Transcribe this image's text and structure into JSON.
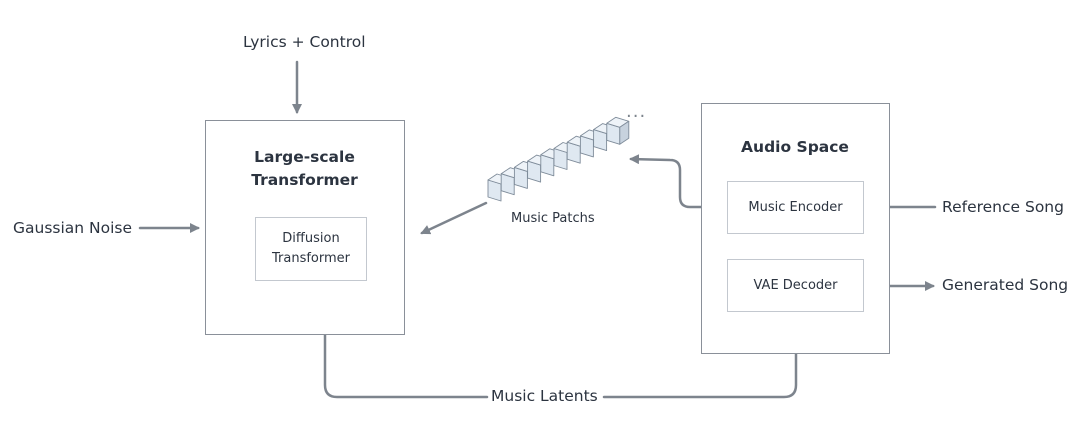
{
  "inputs": {
    "lyrics_control": "Lyrics + Control",
    "gaussian_noise": "Gaussian Noise",
    "reference_song": "Reference Song"
  },
  "outputs": {
    "generated_song": "Generated Song"
  },
  "transformer": {
    "title_line1": "Large-scale",
    "title_line2": "Transformer",
    "inner_line1": "Diffusion",
    "inner_line2": "Transformer"
  },
  "audio_space": {
    "title": "Audio Space",
    "encoder": "Music Encoder",
    "decoder": "VAE Decoder"
  },
  "patches": {
    "label": "Music Patchs",
    "ellipsis": "···"
  },
  "latents": {
    "label": "Music Latents"
  },
  "colors": {
    "arrow": "#7d848d",
    "box_border": "#8a9099",
    "inner_border": "#c3c8cf",
    "cube_face": "#dfe8f1",
    "cube_top": "#eef3f8",
    "cube_side": "#c7d2de",
    "cube_edge": "#7f8c9a"
  }
}
